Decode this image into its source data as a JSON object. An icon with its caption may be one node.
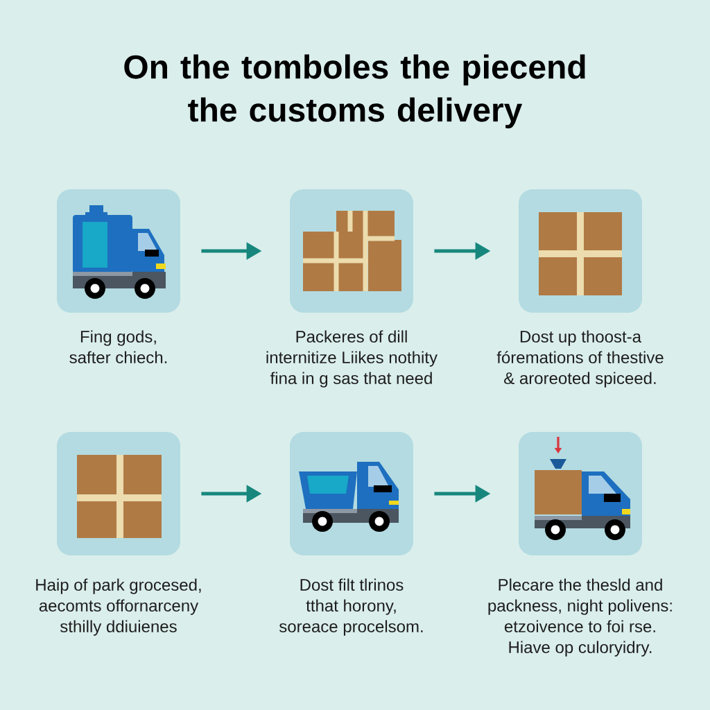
{
  "diagram": {
    "title": "On the tomboles the piecend the customs delivery",
    "nodes": [
      {
        "text": [],
        "shape": "picture",
        "beside": [
          "Fing gods, safter chiech."
        ]
      },
      {
        "text": [],
        "shape": "picture",
        "beside": [
          "Packeres of dill internitize Liikes nothity fina in g sas that need"
        ]
      },
      {
        "text": [],
        "shape": "picture",
        "beside": [
          "Dost up thoost-a fóremations of thestive & aroreoted spiceed."
        ]
      },
      {
        "text": [],
        "shape": "picture",
        "beside": [
          "Haip of park grocesed, aecomts offornarceny sthilly ddiuienes"
        ]
      },
      {
        "text": [],
        "shape": "picture",
        "beside": [
          "Dost filt tlrinos tthat horony, soreace procelsom."
        ]
      },
      {
        "text": [],
        "shape": "picture",
        "beside": [
          "Plecare the thesld and packness, night polivens: etzoivence to foi rse. Hiave op culoryidry."
        ]
      }
    ],
    "edges": [
      {
        "from": 0,
        "to": 1,
        "arrow": "to"
      },
      {
        "from": 1,
        "to": 2,
        "arrow": "to"
      },
      {
        "from": 3,
        "to": 4,
        "arrow": "to"
      },
      {
        "from": 4,
        "to": 5,
        "arrow": "to"
      }
    ]
  }
}
